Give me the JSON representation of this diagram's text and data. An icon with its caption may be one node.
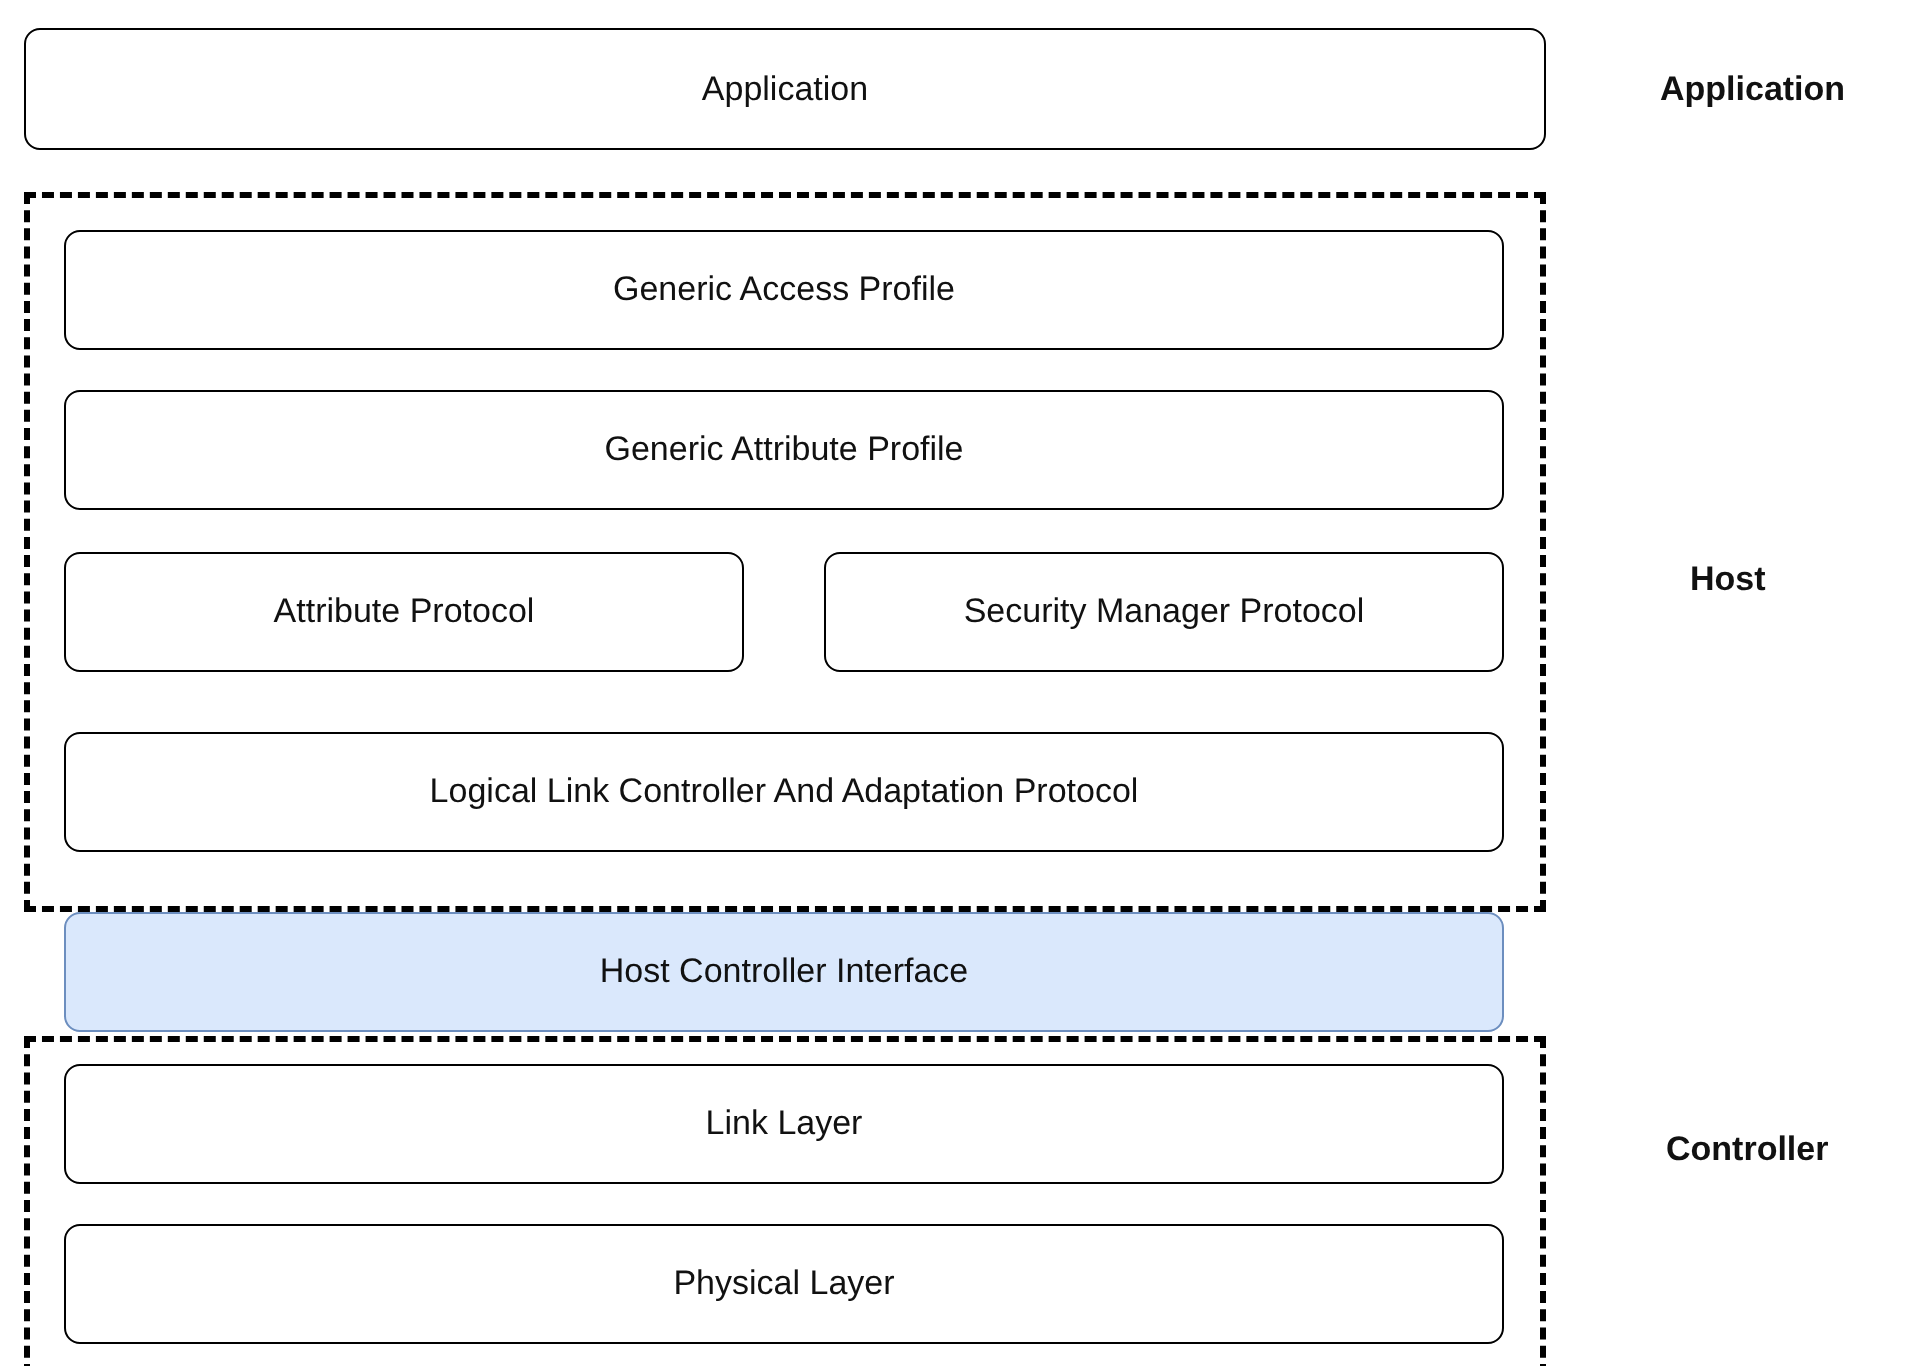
{
  "diagram": {
    "nodes": [
      {
        "text": [
          "Application"
        ],
        "beside": [
          "Application"
        ]
      },
      {
        "text": [
          "Host"
        ]
      },
      {
        "text": [
          "Generic Access Profile"
        ],
        "in": 1
      },
      {
        "text": [
          "Generic Attribute Profile"
        ],
        "in": 1
      },
      {
        "text": [
          "Attribute Protocol"
        ],
        "in": 1
      },
      {
        "text": [
          "Security Manager Protocol"
        ],
        "in": 1
      },
      {
        "text": [
          "Logical Link Controller And Adaptation Protocol"
        ],
        "in": 1
      },
      {
        "text": [
          "Host Controller Interface"
        ]
      },
      {
        "text": [
          "Controller"
        ]
      },
      {
        "text": [
          "Link Layer"
        ],
        "in": 8
      },
      {
        "text": [
          "Physical Layer"
        ],
        "in": 8
      }
    ]
  }
}
